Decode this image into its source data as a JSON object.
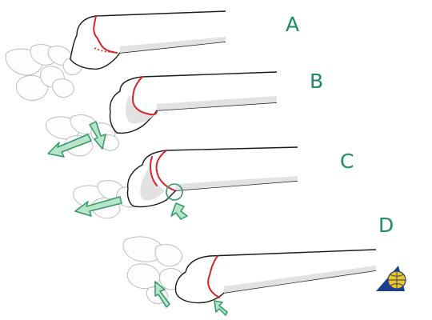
{
  "panels": [
    {
      "label": "A"
    },
    {
      "label": "B"
    },
    {
      "label": "C"
    },
    {
      "label": "D"
    }
  ],
  "colors": {
    "fracture_line": "#d8232a",
    "force_arrow": "#b9e4c9",
    "force_arrow_outline": "#2e9a67",
    "label_text": "#1f8a63",
    "bone_outline": "#1a1a1a",
    "bone_shading": "#e2e2e2",
    "carpal_outline": "#bdbdbd"
  },
  "icons": {
    "logo": "triangle-globe-logo"
  }
}
